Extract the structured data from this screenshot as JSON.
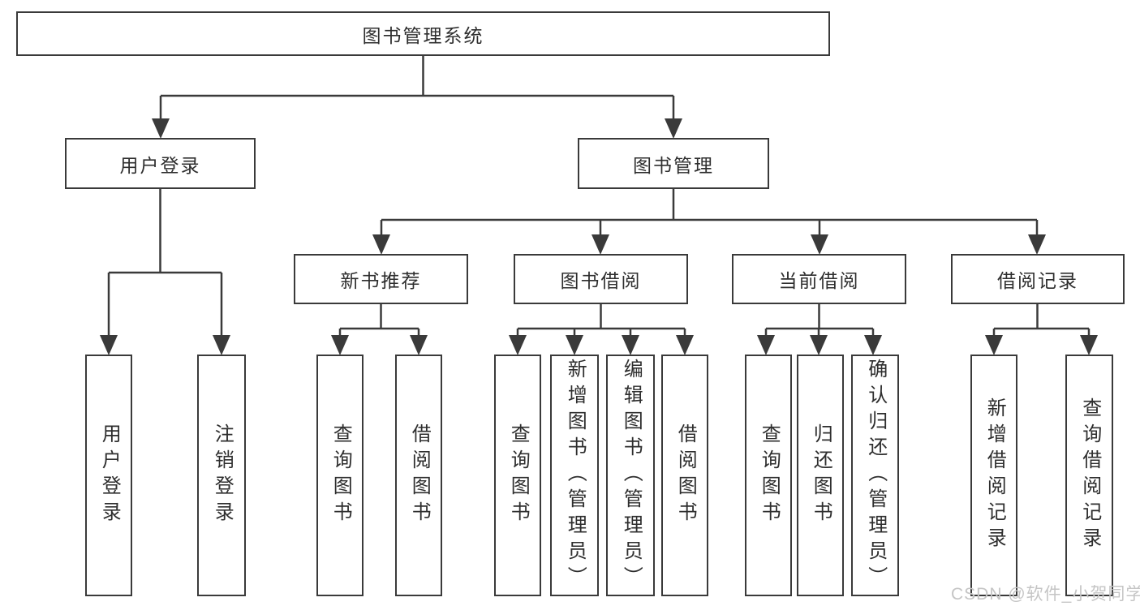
{
  "diagram": {
    "root": "图书管理系统",
    "branches": [
      {
        "label": "用户登录",
        "children": [
          "用户登录",
          "注销登录"
        ]
      },
      {
        "label": "图书管理",
        "groups": [
          {
            "label": "新书推荐",
            "children": [
              "查询图书",
              "借阅图书"
            ]
          },
          {
            "label": "图书借阅",
            "children": [
              "查询图书",
              "新增图书（管理员）",
              "编辑图书（管理员）",
              "借阅图书"
            ]
          },
          {
            "label": "当前借阅",
            "children": [
              "查询图书",
              "归还图书",
              "确认归还（管理员）"
            ]
          },
          {
            "label": "借阅记录",
            "children": [
              "新增借阅记录",
              "查询借阅记录"
            ]
          }
        ]
      }
    ],
    "watermark": "CSDN @软件_小贺同学",
    "colors": {
      "line": "#3a3a3a",
      "border": "#3a3a3a",
      "text": "#2e2e2e",
      "watermark": "#c5c5c5",
      "background": "#ffffff"
    }
  }
}
